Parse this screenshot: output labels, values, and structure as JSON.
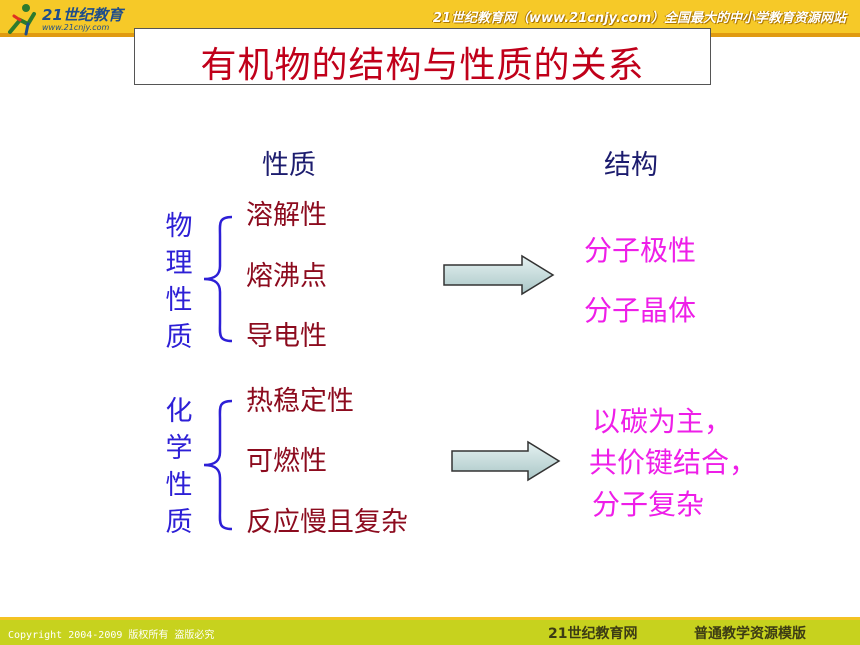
{
  "header": {
    "logo_text": "21世纪教育",
    "logo_url": "www.21cnjy.com",
    "banner": "21世纪教育网（www.21cnjy.com）全国最大的中小学教育资源网站"
  },
  "slide": {
    "title": "有机物的结构与性质的关系",
    "col_property": "性质",
    "col_structure": "结构",
    "physical": {
      "category": "物理性质",
      "items": [
        "溶解性",
        "熔沸点",
        "导电性"
      ],
      "structures": [
        "分子极性",
        "分子晶体"
      ]
    },
    "chemical": {
      "category": "化学性质",
      "items": [
        "热稳定性",
        "可燃性",
        "反应慢且复杂"
      ],
      "structures": [
        "以碳为主，",
        "共价键结合，",
        "分子复杂"
      ]
    }
  },
  "footer": {
    "copyright": "Copyright 2004-2009 版权所有 盗版必究",
    "site": "21世纪教育网",
    "template": "普通教学资源模版"
  },
  "colors": {
    "title": "#c0001a",
    "property_text": "#8c0b1e",
    "category_text": "#2d1fd6",
    "structure_text": "#ee1ee8",
    "header_bar": "#f6c928",
    "footer_bar": "#c7d21e"
  }
}
